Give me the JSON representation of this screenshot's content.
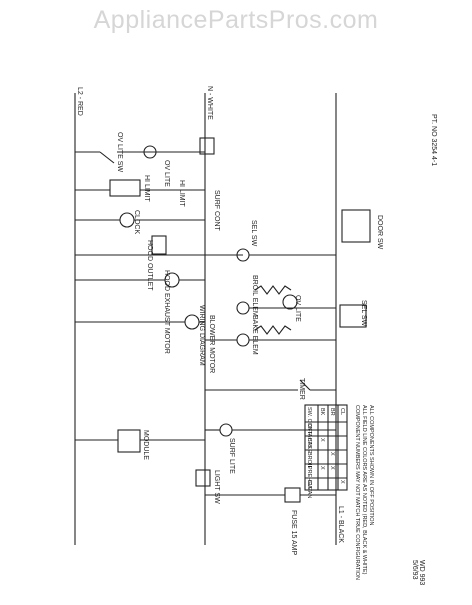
{
  "watermark": "AppliancePartsPros.com",
  "diagram": {
    "title": "WIRING DIAGRAM",
    "part_number": "PT. NO 3254 4-1",
    "date_code": "5/6/93",
    "wd_code": "WD 993",
    "rails": {
      "l1": "L1 - BLACK",
      "neutral": "N - WHITE",
      "l2": "L2 - RED"
    },
    "components": {
      "fuse": "FUSE 15 AMP",
      "module": "MODULE",
      "timer": "TIMER",
      "light_sw": "LIGHT SW",
      "surface_lite": "SURF LITE",
      "oven_lite": "OV LITE",
      "oven_lite_sw": "OV LITE SW",
      "clock": "CLOCK",
      "hood_outlet": "HOOD OUTLET",
      "blower_motor": "BLOWER MOTOR",
      "hood_exhaust_motor": "HOOD EXHAUST MOTOR",
      "hi_limit": "HI LIMIT",
      "hi_limit_2": "HI LIMIT",
      "broil_element": "BROIL ELEM",
      "bake_element": "BAKE ELEM",
      "oven_lamp": "OV LITE",
      "sel_sw": "SEL SW",
      "sel_sw_2": "SEL SW",
      "surf_cont": "SURF CONT",
      "door_sw": "DOOR SW"
    },
    "table": {
      "headers": [
        "SW. CONTACTS",
        "BK",
        "BR",
        "CL"
      ],
      "rows": [
        [
          "OFF",
          "",
          "",
          ""
        ],
        [
          "BAKE",
          "X",
          "",
          ""
        ],
        [
          "BROIL",
          "",
          "X",
          ""
        ],
        [
          "PREHEAT",
          "X",
          "X",
          ""
        ],
        [
          "CLEAN",
          "",
          "",
          "X"
        ]
      ],
      "notes": [
        "COMPONENT NUMBERS MAY NOT MATCH TRUE CONFIGURATION",
        "ALL FIELD LINE COLORS ARE AS NOTED (RED, BLACK & WHITE)",
        "ALL COMPONENTS SHOWN IN OFF POSITION"
      ]
    }
  }
}
